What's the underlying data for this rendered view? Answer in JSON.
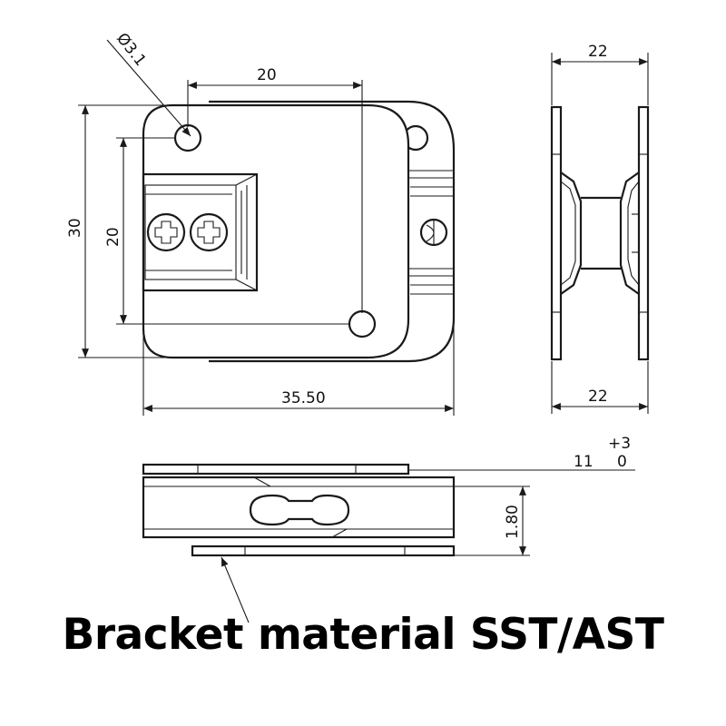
{
  "dimensions": {
    "hole_diameter": "Ø3.1",
    "hole_spacing_top": "20",
    "overall_height": "30",
    "inner_height": "20",
    "overall_width": "35.50",
    "side_top_width": "22",
    "side_bottom_width": "22",
    "thickness": "1.80",
    "tolerance_nominal": "11",
    "tolerance_upper": "+3",
    "tolerance_lower": "0"
  },
  "caption": "Bracket material SST/AST",
  "colors": {
    "line": "#1a1a1a",
    "background": "#ffffff"
  }
}
